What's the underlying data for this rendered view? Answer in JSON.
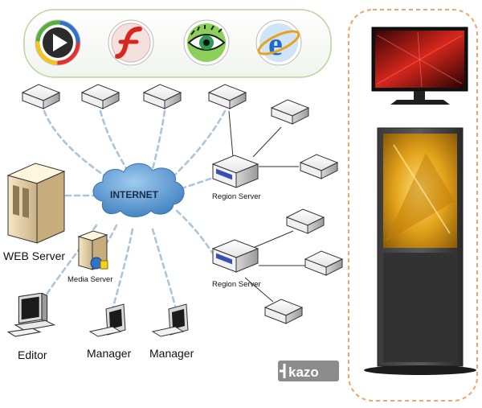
{
  "player_icons": [
    {
      "icon": "media-player-icon"
    },
    {
      "icon": "flash-player-icon"
    },
    {
      "icon": "eye-viewer-icon"
    },
    {
      "icon": "internet-explorer-icon"
    }
  ],
  "cloud_label": "INTERNET",
  "web_server_label": "WEB Server",
  "media_server_label": "Media Server",
  "region_server_labels": [
    "Region Server",
    "Region Server"
  ],
  "editor_label": "Editor",
  "manager_labels": [
    "Manager",
    "Manager"
  ],
  "logo_text": "kazo",
  "colors": {
    "dashed_link": "#a9c4dd",
    "cloud": "#4f8fcb",
    "panel_border": "#f2a36a",
    "icon_panel_border": "#b5d39a"
  }
}
